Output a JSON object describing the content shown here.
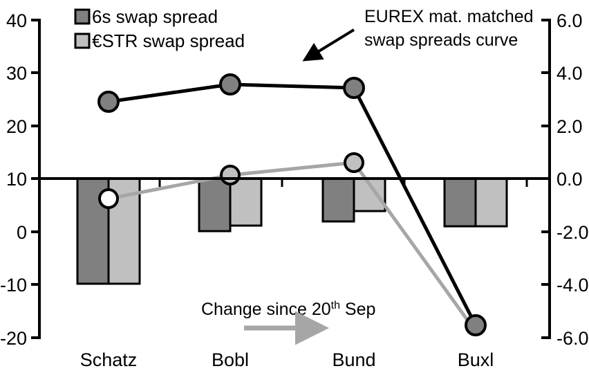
{
  "chart_data": {
    "type": "bar",
    "title": "",
    "subtitle": "",
    "categories": [
      "Schatz",
      "Bobl",
      "Bund",
      "Buxl"
    ],
    "series": [
      {
        "name": "6s swap spread",
        "kind": "bar",
        "axis": "right",
        "color": "#808080",
        "values": [
          -4.05,
          -1.95,
          -1.45,
          -1.6
        ]
      },
      {
        "name": "€STR swap spread",
        "kind": "bar",
        "axis": "right",
        "color": "#c0c0c0",
        "values": [
          -4.05,
          -1.8,
          -1.25,
          -1.6
        ]
      },
      {
        "name": "EUREX mat. matched swap spreads curve",
        "kind": "line",
        "axis": "left",
        "color": "#000000",
        "marker_fill": "#808080",
        "values": [
          24.6,
          28.0,
          27.3,
          -18.0
        ]
      },
      {
        "name": "Change since 20th Sep",
        "kind": "line",
        "axis": "left",
        "color": "#a6a6a6",
        "marker_fill": "#c0c0c0",
        "values": [
          6.1,
          10.5,
          12.8,
          -19.5
        ]
      }
    ],
    "left_axis": {
      "ticks": [
        40,
        30,
        20,
        10,
        0,
        -10,
        -20
      ],
      "tick_labels": [
        "40",
        "30",
        "20",
        "10",
        "0",
        "-10",
        "-20"
      ],
      "ylim": [
        -20,
        40
      ],
      "label": ""
    },
    "right_axis": {
      "ticks": [
        6.0,
        4.0,
        2.0,
        0.0,
        -2.0,
        -4.0,
        -6.0
      ],
      "tick_labels": [
        "6.0",
        "4.0",
        "2.0",
        "0.0",
        "-2.0",
        "-4.0",
        "-6.0"
      ],
      "ylim": [
        -6.0,
        6.0
      ],
      "label": ""
    },
    "xlabel": "",
    "ylabel": "",
    "grid": false,
    "legend_position": "top-left"
  },
  "legend": {
    "items": [
      {
        "label": "6s swap spread",
        "color": "#808080"
      },
      {
        "label": "€STR swap spread",
        "color": "#c0c0c0"
      }
    ]
  },
  "annotations": {
    "curve_callout": {
      "line1": "EUREX mat. matched",
      "line2": "swap spreads curve"
    },
    "change_note": {
      "prefix": "Change since 20",
      "superscript": "th",
      "suffix": " Sep"
    }
  },
  "axis_left": {
    "labels": [
      "40",
      "30",
      "20",
      "10",
      "0",
      "-10",
      "-20"
    ]
  },
  "axis_right": {
    "labels": [
      "6.0",
      "4.0",
      "2.0",
      "0.0",
      "-2.0",
      "-4.0",
      "-6.0"
    ]
  },
  "categories": {
    "labels": [
      "Schatz",
      "Bobl",
      "Bund",
      "Buxl"
    ]
  }
}
